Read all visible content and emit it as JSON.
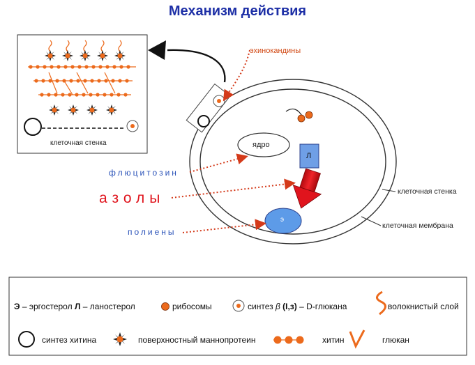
{
  "title": "Механизм действия",
  "inset": {
    "caption": "клеточная стенка"
  },
  "cell": {
    "nucleus_label": "ядро",
    "lanosterol_label": "Л",
    "ergosterol_label": "э",
    "wall_label": "клеточная стенка",
    "membrane_label": "клеточная мембрана"
  },
  "drugs": {
    "echinocandins": "эхинокандины",
    "flucytosine": "флюцитозин",
    "azoles": "азолы",
    "polyenes": "полиены"
  },
  "legend": {
    "e_key": "Э",
    "e_text": " – эргостерол ",
    "l_key": "Л",
    "l_text": " – ланостерол",
    "ribosomes": "рибосомы",
    "glucan_synth_prefix": "синтез ",
    "glucan_synth_beta": "β",
    "glucan_synth_bond": " (I,з)",
    "glucan_synth_suffix": " – D-глюкана",
    "fibrous": "волокнистый слой",
    "chitin_synth": "синтез хитина",
    "mannoprotein": "поверхностный маннопротеин",
    "chitin": "хитин",
    "glucan": "глюкан"
  },
  "colors": {
    "title": "#1d2fa6",
    "accent_orange": "#ec6a1c",
    "arrow_red": "#e0141d",
    "dotted_red": "#d43a1a",
    "ergosterol_fill": "#5d9be8",
    "lanosterol_fill": "#6f9fe6",
    "drug_blue": "#2a52b8"
  }
}
